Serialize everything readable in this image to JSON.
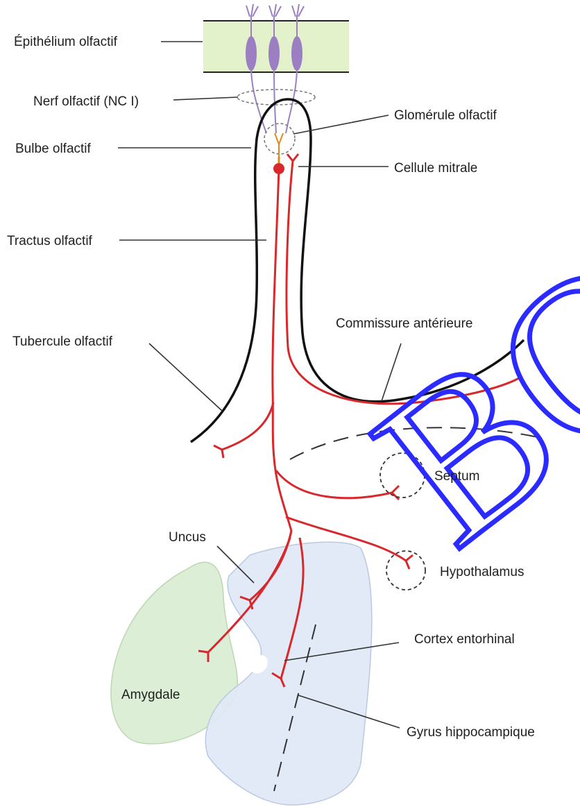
{
  "labels": {
    "epithelium": "Épithélium olfactif",
    "nerve": "Nerf olfactif (NC I)",
    "bulb": "Bulbe olfactif",
    "glomerule": "Glomérule olfactif",
    "mitral": "Cellule mitrale",
    "tract": "Tractus olfactif",
    "tubercle": "Tubercule olfactif",
    "commissure": "Commissure antérieure",
    "septum": "Septum",
    "uncus": "Uncus",
    "hypothalamus": "Hypothalamus",
    "cortex": "Cortex entorhinal",
    "amygdala": "Amygdale",
    "gyrus": "Gyrus hippocampique"
  },
  "watermark": "BO",
  "colors": {
    "epithelium_fill": "#e4f2cc",
    "receptor_purple": "#9b7fc2",
    "pathway_red": "#d8282b",
    "amygdala_fill": "#dcefd6",
    "hippocampal_fill": "#dfe8f6",
    "watermark_blue": "#2b2bff",
    "outline_black": "#111111"
  }
}
